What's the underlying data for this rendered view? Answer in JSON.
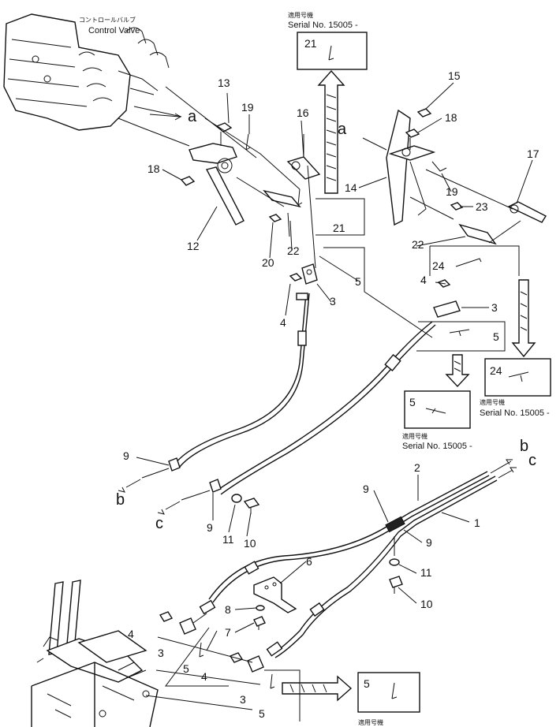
{
  "header": {
    "control_valve_jp": "コントロールバルブ",
    "control_valve_en": "Control Valve"
  },
  "serial_notes": [
    {
      "key": "box21",
      "jp": "適用号機",
      "en": "Serial No. 15005 -",
      "part": "21"
    },
    {
      "key": "box24",
      "jp": "適用号機",
      "en": "Serial No. 15005 -",
      "part": "24"
    },
    {
      "key": "box5",
      "jp": "適用号機",
      "en": "Serial No. 15005 -",
      "part": "5"
    },
    {
      "key": "box5b",
      "jp": "適用号機",
      "en": "",
      "part": "5"
    }
  ],
  "part_numbers": [
    "1",
    "2",
    "3",
    "4",
    "5",
    "6",
    "7",
    "8",
    "9",
    "10",
    "11",
    "12",
    "13",
    "14",
    "15",
    "16",
    "17",
    "18",
    "19",
    "20",
    "21",
    "22",
    "23",
    "24"
  ],
  "connection_letters": [
    "a",
    "b",
    "c"
  ],
  "colors": {
    "line": "#111111",
    "background": "#ffffff"
  }
}
